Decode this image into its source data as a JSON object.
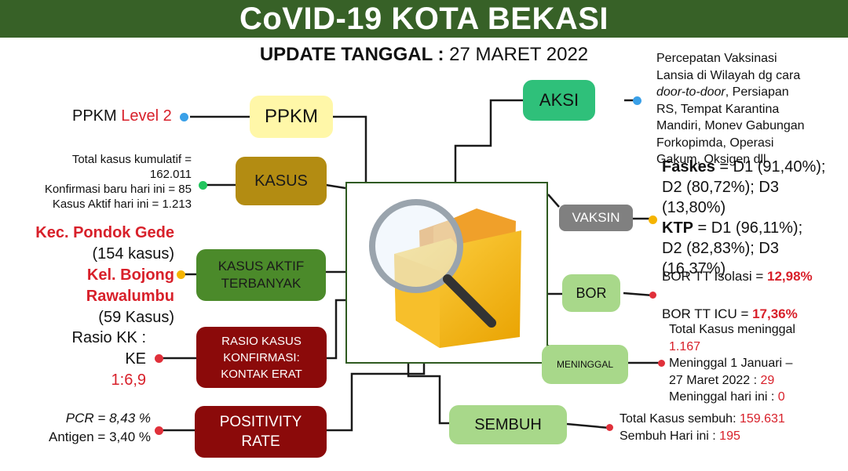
{
  "header": {
    "title": "CoVID-19 KOTA BEKASI",
    "update_label": "UPDATE TANGGAL :",
    "update_date": "27 MARET 2022"
  },
  "nodes": {
    "ppkm": "PPKM",
    "kasus": "KASUS",
    "kasus_aktif_1": "KASUS AKTIF",
    "kasus_aktif_2": "TERBANYAK",
    "rasio_1": "RASIO KASUS",
    "rasio_2": "KONFIRMASI:",
    "rasio_3": "KONTAK ERAT",
    "positivity_1": "POSITIVITY",
    "positivity_2": "RATE",
    "aksi": "AKSI",
    "vaksin": "VAKSIN",
    "bor": "BOR",
    "meninggal": "MENINGGAL",
    "sembuh": "SEMBUH"
  },
  "ppkm": {
    "prefix": "PPKM",
    "level": "Level 2"
  },
  "kasus": {
    "line1": "Total kasus kumulatif =",
    "line2": "162.011",
    "line3": "Konfirmasi baru hari ini = 85",
    "line4": "Kasus Aktif hari ini = 1.213"
  },
  "kasus_aktif": {
    "kec": "Kec. Pondok Gede",
    "kec_count": "(154 kasus)",
    "kel_1": "Kel. Bojong",
    "kel_2": "Rawalumbu",
    "kel_count": "(59 Kasus)"
  },
  "rasio": {
    "line1": "Rasio KK :",
    "line2": "KE",
    "value": "1:6,9"
  },
  "positivity": {
    "pcr_label": "PCR",
    "pcr_value": "= 8,43 %",
    "antigen_label": "Antigen",
    "antigen_value": "= 3,40 %"
  },
  "aksi": {
    "l1": "Percepatan Vaksinasi",
    "l2": "Lansia di Wilayah dg cara",
    "l3_em": "door-to-door",
    "l3_rest": ", Persiapan",
    "l4": "RS, Tempat Karantina",
    "l5": "Mandiri, Monev Gabungan",
    "l6": "Forkopimda, Operasi",
    "l7": "Gakum, Oksigen dll"
  },
  "vaksin": {
    "faskes_label": "Faskes",
    "faskes_l1": " = D1 (91,40%);",
    "faskes_l2": "D2 (80,72%); D3",
    "faskes_l3": "(13,80%)",
    "ktp_label": "KTP",
    "ktp_l1": " = D1 (96,11%);",
    "ktp_l2": "D2 (82,83%); D3",
    "ktp_l3": "(16,37%)"
  },
  "bor": {
    "isolasi_label": "BOR TT Isolasi = ",
    "isolasi_value": "12,98%",
    "icu_label": "BOR TT ICU = ",
    "icu_value": "17,36%"
  },
  "meninggal": {
    "total_label": "Total Kasus meninggal",
    "total_value": "1.167",
    "range_label_1": "Meninggal 1 Januari –",
    "range_label_2": "27 Maret 2022 : ",
    "range_value": "29",
    "today_label": "Meninggal hari ini : ",
    "today_value": "0"
  },
  "sembuh": {
    "total_label": "Total Kasus sembuh: ",
    "total_value": "159.631",
    "today_label": "Sembuh Hari ini : ",
    "today_value": "195"
  },
  "colors": {
    "banner": "#376127",
    "accent_red": "#d8202a",
    "dot_blue": "#3aa0e8",
    "dot_green": "#22c55e",
    "dot_orange": "#f5b400",
    "dot_red": "#e0303a"
  }
}
